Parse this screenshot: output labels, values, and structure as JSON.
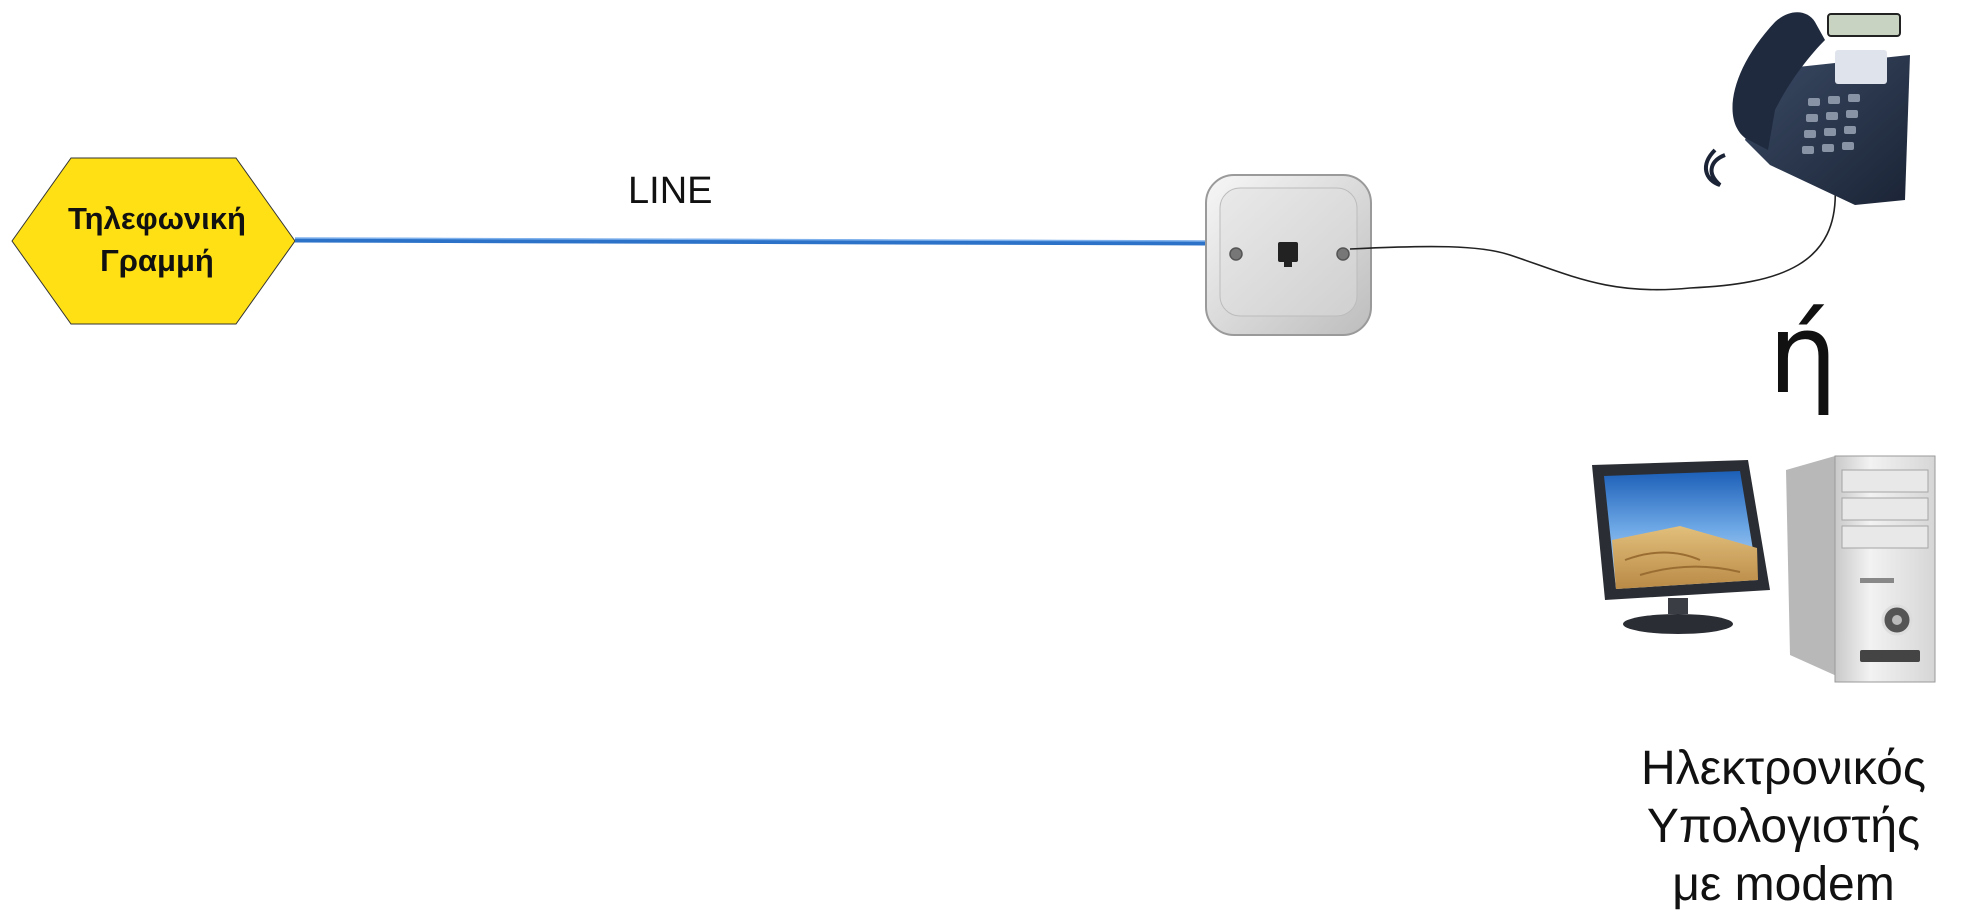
{
  "line_label": "LINE",
  "source": {
    "label_line1": "Τηλεφωνική",
    "label_line2": "Γραμμή",
    "color": "#FFE014"
  },
  "wire_color": "#2B72C8",
  "or_label": "ή",
  "telephone": {
    "icon": "desk-telephone-icon"
  },
  "wall_socket": {
    "icon": "rj11-wall-socket-icon"
  },
  "computer": {
    "icon": "desktop-computer-icon",
    "caption": [
      "Ηλεκτρονικός",
      "Υπολογιστής",
      "με modem"
    ]
  }
}
